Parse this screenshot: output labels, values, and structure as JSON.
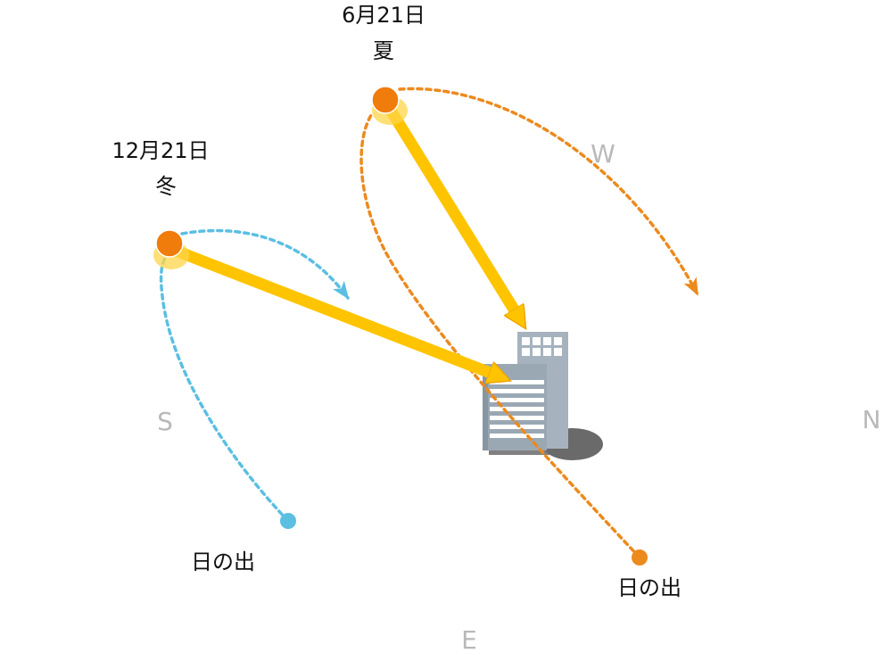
{
  "summer": {
    "date": "6月21日",
    "season": "夏",
    "sunrise_label": "日の出"
  },
  "winter": {
    "date": "12月21日",
    "season": "冬",
    "sunrise_label": "日の出"
  },
  "directions": {
    "south": "S",
    "west": "W",
    "north": "N",
    "east": "E"
  },
  "colors": {
    "summer_path": "#ec8a1e",
    "winter_path": "#5bbfe2",
    "sun": "#f07c0b",
    "sun_glow": "#ffd54a",
    "sun_ray": "#ffc400",
    "sun_ray_edge": "#f0a400",
    "building_back": "#a6b3be",
    "building_front": "#9aa8b4",
    "shadow": "#6a6a6a",
    "direction_text": "#b9b9b9"
  },
  "icons": {
    "sun": "sun-icon",
    "building": "building-icon"
  }
}
